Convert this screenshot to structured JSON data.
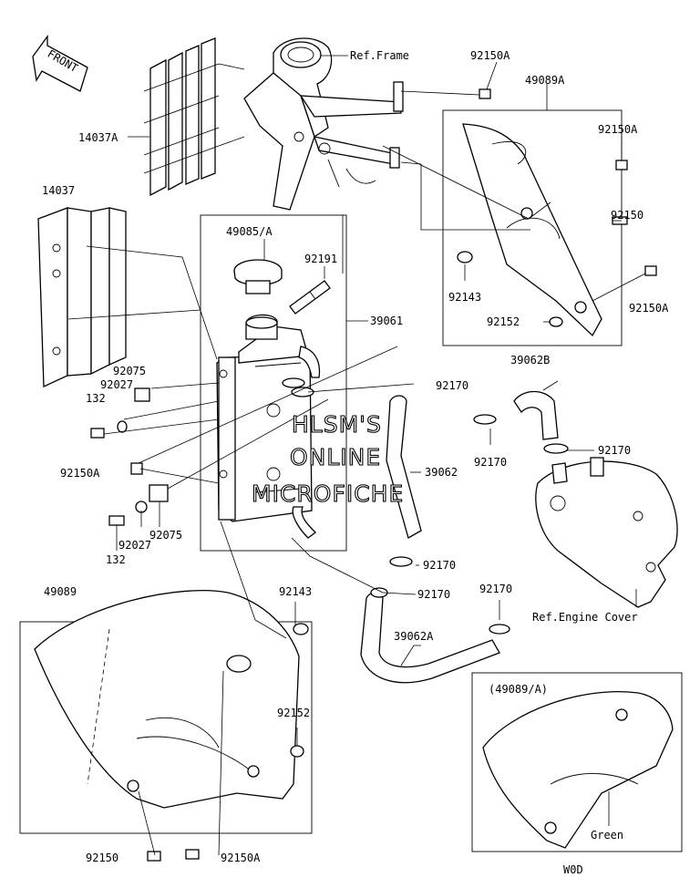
{
  "front_arrow": {
    "label": "FRONT"
  },
  "watermark": {
    "line1": "HLSM'S",
    "line2": "ONLINE",
    "line3": "MICROFICHE"
  },
  "labels": {
    "ref_frame": "Ref.Frame",
    "p92150A_top": "92150A",
    "p49089A": "49089A",
    "p14037A": "14037A",
    "p92150A_r1": "92150A",
    "p14037": "14037",
    "p49085A": "49085/A",
    "p92150_r": "92150",
    "p92191": "92191",
    "p92143_r": "92143",
    "p92150A_r2": "92150A",
    "p39061": "39061",
    "p92152_r": "92152",
    "p39062B": "39062B",
    "p92075_a": "92075",
    "p92027_a": "92027",
    "p92170_a": "92170",
    "p132_a": "132",
    "p92170_b": "92170",
    "p92170_c": "92170",
    "p92150A_l": "92150A",
    "p39062": "39062",
    "p132_b": "132",
    "p92027_b": "92027",
    "p92075_b": "92075",
    "p49089": "49089",
    "p92143_b": "92143",
    "p92170_d": "92170",
    "p92170_e": "92170",
    "p92170_f": "92170",
    "ref_engine_cover": "Ref.Engine Cover",
    "p39062A": "39062A",
    "p92152_b": "92152",
    "p49089A_inset": "(49089/A)",
    "green": "Green",
    "p92150_b": "92150",
    "p92150A_b": "92150A",
    "w0d": "W0D"
  }
}
